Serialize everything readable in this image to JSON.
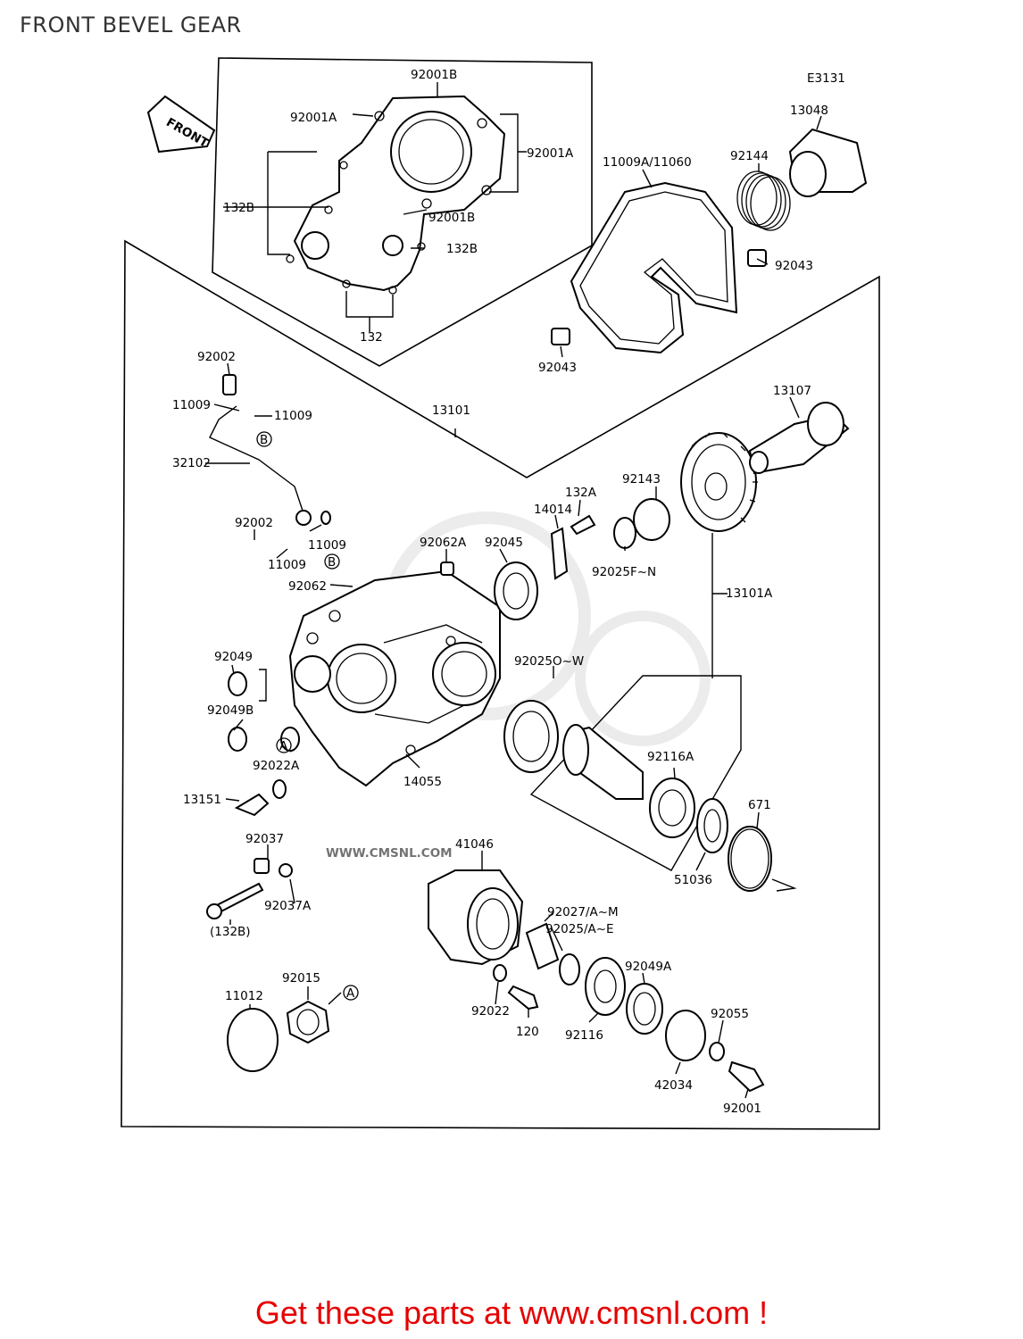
{
  "page": {
    "title": "FRONT BEVEL GEAR",
    "diagram_code": "E3131",
    "front_arrow_label": "FRONT",
    "watermark": "WWW.CMSNL.COM",
    "footer": "Get these parts at www.cmsnl.com !"
  },
  "labels": {
    "p92001B_top": "92001B",
    "p92001A_left": "92001A",
    "p92001A_right": "92001A",
    "p132B_left": "132B",
    "p92001B_mid": "92001B",
    "p132B_right": "132B",
    "p132": "132",
    "p11009A_11060": "11009A/11060",
    "p92144": "92144",
    "p13048": "13048",
    "p92043_right": "92043",
    "p92043_left": "92043",
    "p92002_top": "92002",
    "p11009_a": "11009",
    "p11009_b": "11009",
    "p32102": "32102",
    "p13101": "13101",
    "p13107": "13107",
    "p92002_mid": "92002",
    "p11009_c": "11009",
    "p11009_d": "11009",
    "p92062A": "92062A",
    "p92045": "92045",
    "p132A": "132A",
    "p14014": "14014",
    "p92143": "92143",
    "p92025F_N": "92025F~N",
    "p13101A": "13101A",
    "p92062": "92062",
    "p92049": "92049",
    "p92049B": "92049B",
    "p92025O_W": "92025O~W",
    "p92022A": "92022A",
    "p14055": "14055",
    "p92116A": "92116A",
    "p13151": "13151",
    "p671": "671",
    "p92037": "92037",
    "p41046": "41046",
    "p51036": "51036",
    "p92037A": "92037A",
    "p132B_paren": "(132B)",
    "p92027": "92027/A~M",
    "p92025A_E": "92025/A~E",
    "p92049A": "92049A",
    "p11012": "11012",
    "p92015": "92015",
    "p92022": "92022",
    "p120": "120",
    "p92116": "92116",
    "p92055": "92055",
    "p42034": "42034",
    "p92001": "92001",
    "ref_A": "A",
    "ref_B": "B"
  }
}
